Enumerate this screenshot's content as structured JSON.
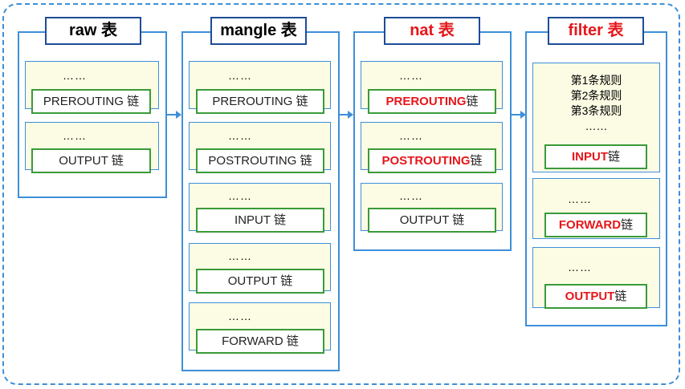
{
  "tables": [
    {
      "name": "raw 表",
      "title_color": "#000000",
      "chains": [
        {
          "dots": "……",
          "label": "PREROUTING",
          "suffix": "链",
          "highlight": false
        },
        {
          "dots": "……",
          "label": "OUTPUT",
          "suffix": "链",
          "highlight": false
        }
      ]
    },
    {
      "name": "mangle 表",
      "title_color": "#000000",
      "chains": [
        {
          "dots": "……",
          "label": "PREROUTING",
          "suffix": "链",
          "highlight": false
        },
        {
          "dots": "……",
          "label": "POSTROUTING",
          "suffix": "链",
          "highlight": false
        },
        {
          "dots": "……",
          "label": "INPUT",
          "suffix": "链",
          "highlight": false
        },
        {
          "dots": "……",
          "label": "OUTPUT",
          "suffix": "链",
          "highlight": false
        },
        {
          "dots": "……",
          "label": "FORWARD",
          "suffix": "链",
          "highlight": false
        }
      ]
    },
    {
      "name": "nat 表",
      "title_color": "#e6161a",
      "chains": [
        {
          "dots": "……",
          "label": "PREROUTING",
          "suffix": "链",
          "highlight": true
        },
        {
          "dots": "……",
          "label": "POSTROUTING",
          "suffix": "链",
          "highlight": true
        },
        {
          "dots": "……",
          "label": "OUTPUT",
          "suffix": "链",
          "highlight": false
        }
      ]
    },
    {
      "name": "filter 表",
      "title_color": "#e6161a",
      "rules": [
        "第1条规则",
        "第2条规则",
        "第3条规则",
        "……"
      ],
      "chains": [
        {
          "dots": "",
          "label": "INPUT",
          "suffix": "链",
          "highlight": true
        },
        {
          "dots": "……",
          "label": "FORWARD",
          "suffix": "链",
          "highlight": true
        },
        {
          "dots": "……",
          "label": "OUTPUT",
          "suffix": "链",
          "highlight": true
        }
      ]
    }
  ],
  "colors": {
    "border_blue": "#3d8fd8",
    "title_border": "#1e4c96",
    "chain_green": "#3a9a3a",
    "highlight_red": "#e6161a",
    "chain_bg": "#fcfce4"
  }
}
